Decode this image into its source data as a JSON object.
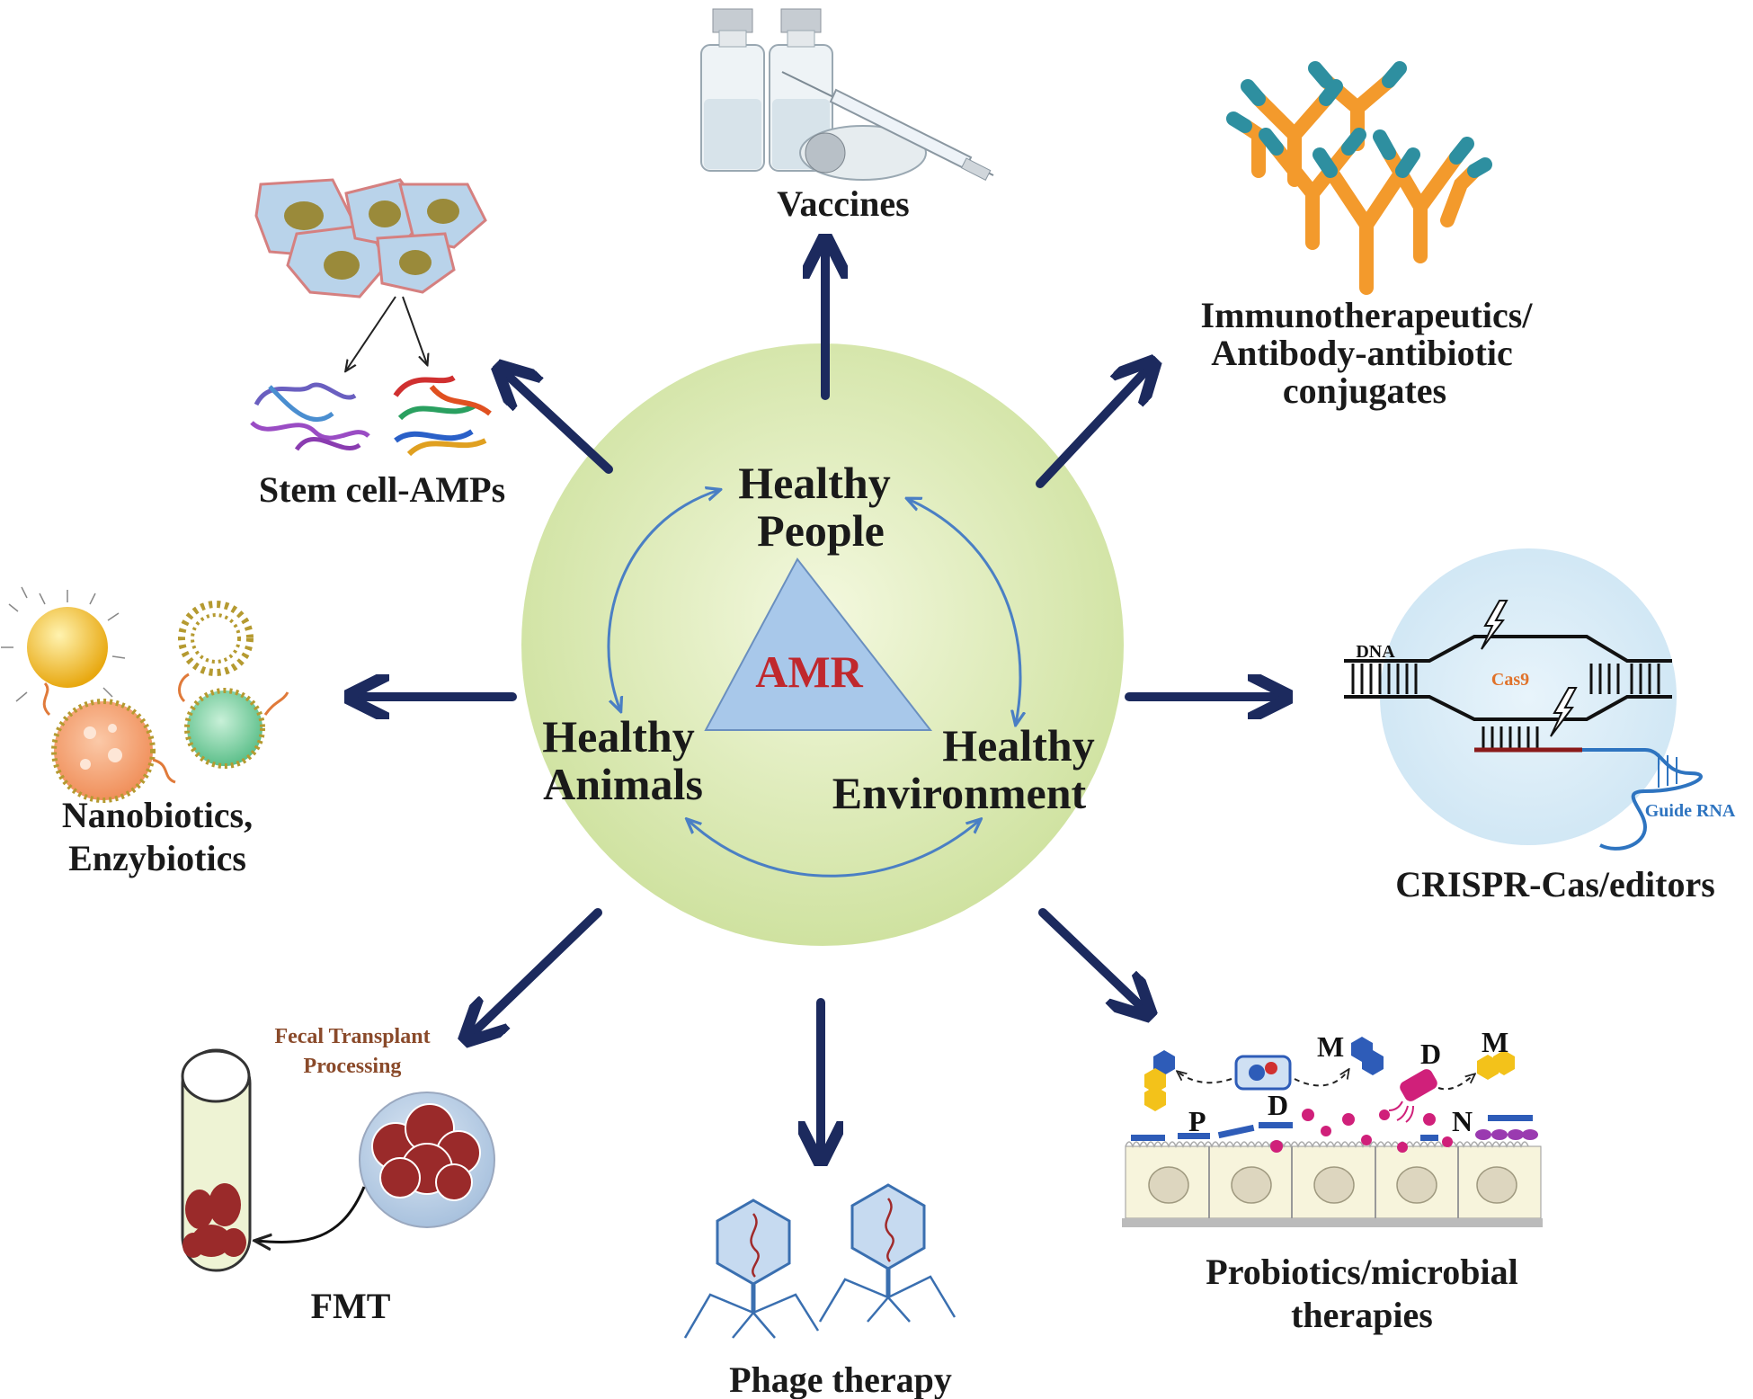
{
  "hub": {
    "people": [
      "Healthy",
      "People"
    ],
    "animals": [
      "Healthy",
      "Animals"
    ],
    "environment": [
      "Healthy",
      "Environment"
    ],
    "center": "AMR"
  },
  "therapies": {
    "vaccines": "Vaccines",
    "immuno": [
      "Immunotherapeutics/",
      "Antibody-antibiotic",
      "conjugates"
    ],
    "stemcell": "Stem cell-AMPs",
    "nano": [
      "Nanobiotics,",
      "Enzybiotics"
    ],
    "crispr": "CRISPR-Cas/editors",
    "fmt": "FMT",
    "phage": "Phage therapy",
    "probiotics": [
      "Probiotics/microbial",
      "therapies"
    ]
  },
  "crispr_labels": {
    "dna": "DNA",
    "cas9": "Cas9",
    "guide": "Guide RNA"
  },
  "fmt_labels": [
    "Fecal Transplant",
    "Processing"
  ],
  "probiotic_labels": {
    "m1": "M",
    "m2": "M",
    "d1": "D",
    "d2": "D",
    "p": "P",
    "n": "N"
  },
  "colors": {
    "arrow": "#1c2a5e",
    "hub_fill": "#dfedb8",
    "hub_arrow": "#4a7fc4",
    "amr": "#c0282d",
    "triangle": "#a8c8ea",
    "antibody_orange": "#f39a2c",
    "antibody_teal": "#2e8fa0",
    "cas9": "#e0722a",
    "guide_rna": "#2e74c0",
    "fmt_text": "#8a4a2a",
    "stool": "#9a2a2a"
  }
}
